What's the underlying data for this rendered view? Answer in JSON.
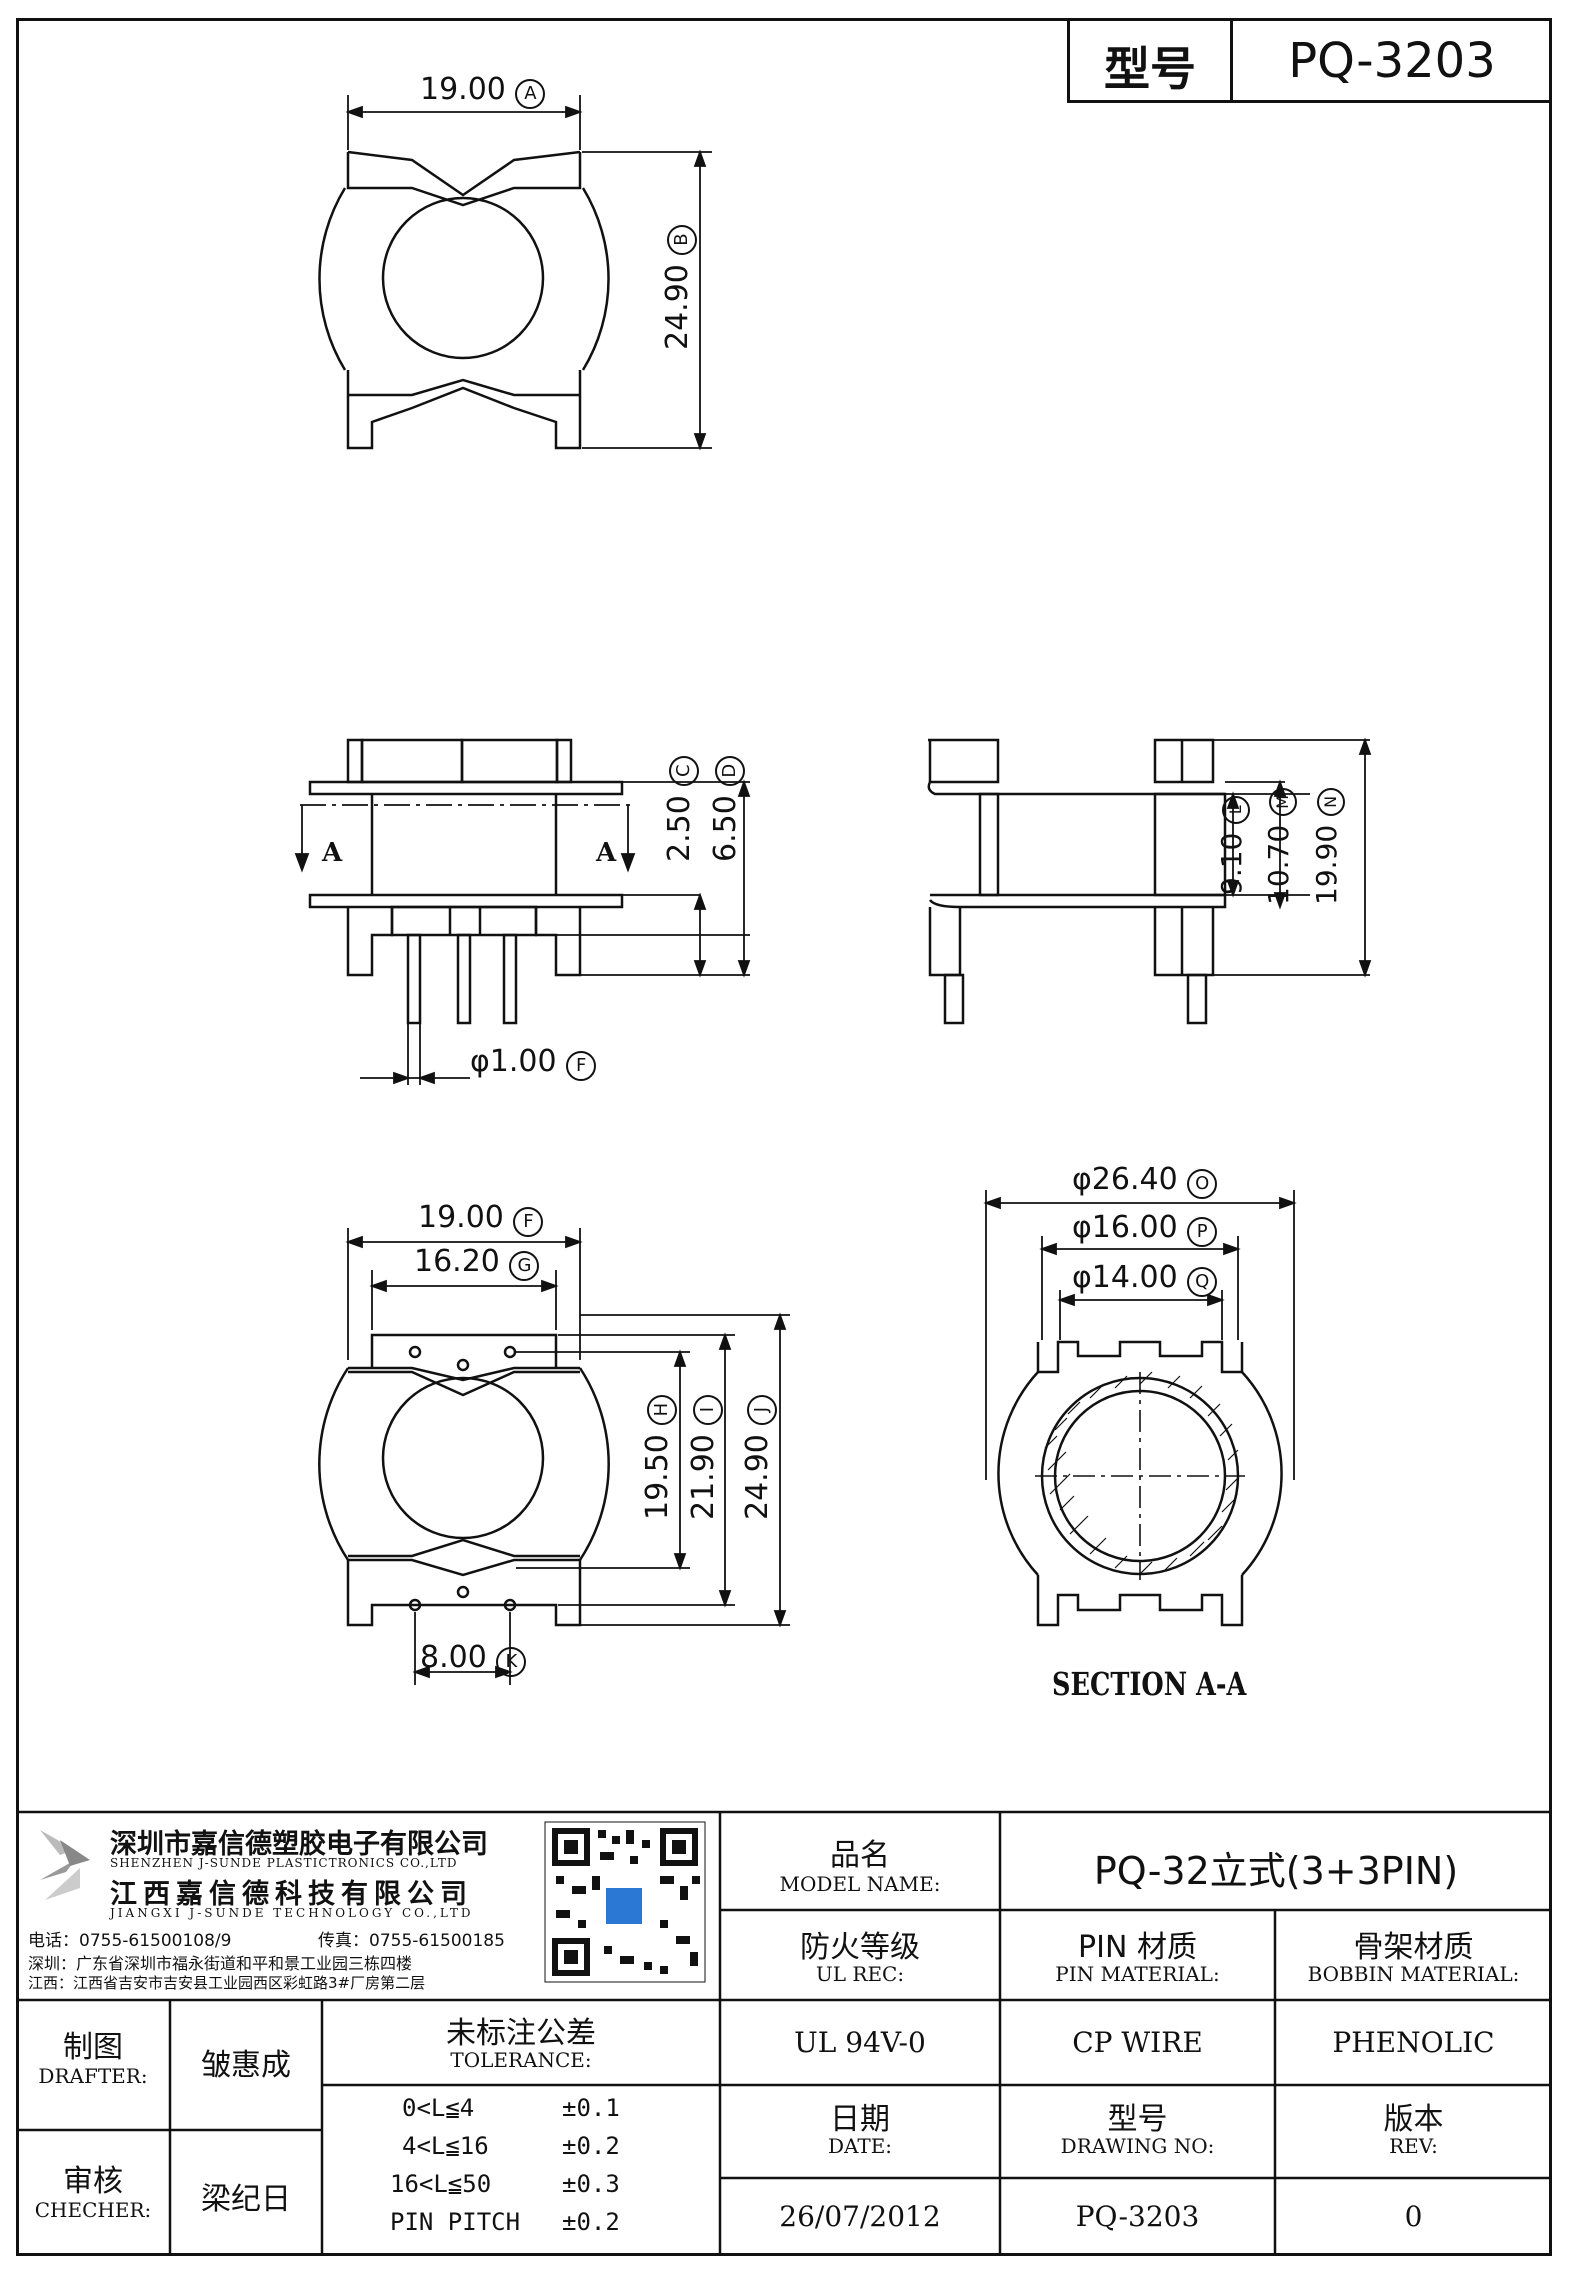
{
  "model_box": {
    "label": "型号",
    "value": "PQ-3203"
  },
  "view_top": {
    "dim_width": "19.00",
    "dim_width_tag": "A",
    "dim_height": "24.90",
    "dim_height_tag": "B"
  },
  "view_front": {
    "dim_c": "2.50",
    "dim_c_tag": "C",
    "dim_d": "6.50",
    "dim_d_tag": "D",
    "pin_dia": "φ1.00",
    "pin_dia_tag": "F",
    "section_mark": "A"
  },
  "view_side": {
    "dim_l": "9.10",
    "dim_l_tag": "L",
    "dim_m": "10.70",
    "dim_m_tag": "M",
    "dim_n": "19.90",
    "dim_n_tag": "N"
  },
  "view_bottom": {
    "dim_f": "19.00",
    "dim_f_tag": "F",
    "dim_g": "16.20",
    "dim_g_tag": "G",
    "dim_h": "19.50",
    "dim_h_tag": "H",
    "dim_i": "21.90",
    "dim_i_tag": "I",
    "dim_j": "24.90",
    "dim_j_tag": "J",
    "dim_k": "8.00",
    "dim_k_tag": "K"
  },
  "view_section": {
    "dim_o": "φ26.40",
    "dim_o_tag": "O",
    "dim_p": "φ16.00",
    "dim_p_tag": "P",
    "dim_q": "φ14.00",
    "dim_q_tag": "Q",
    "title": "SECTION A-A"
  },
  "company": {
    "name_cn_1": "深圳市嘉信德塑胶电子有限公司",
    "name_en_1": "SHENZHEN J-SUNDE PLASTICTRONICS CO.,LTD",
    "name_cn_2": "江西嘉信德科技有限公司",
    "name_en_2": "JIANGXI J-SUNDE TECHNOLOGY CO.,LTD",
    "tel": "电话：0755-61500108/9",
    "fax": "传真：0755-61500185",
    "addr_sz": "深圳：广东省深圳市福永街道和平和景工业园三栋四楼",
    "addr_jx": "江西：江西省吉安市吉安县工业园西区彩虹路3#厂房第二层"
  },
  "title_block": {
    "model_name_cn": "品名",
    "model_name_en": "MODEL NAME:",
    "model_name_value": "PQ-32立式(3+3PIN)",
    "ul_cn": "防火等级",
    "ul_en": "UL REC:",
    "ul_value": "UL 94V-0",
    "pin_mat_cn": "PIN 材质",
    "pin_mat_en": "PIN MATERIAL:",
    "pin_mat_value": "CP WIRE",
    "bobbin_cn": "骨架材质",
    "bobbin_en": "BOBBIN MATERIAL:",
    "bobbin_value": "PHENOLIC",
    "drafter_cn": "制图",
    "drafter_en": "DRAFTER:",
    "drafter_value": "皱惠成",
    "checker_cn": "审核",
    "checker_en": "CHECHER:",
    "checker_value": "梁纪日",
    "tolerance_cn": "未标注公差",
    "tolerance_en": "TOLERANCE:",
    "tolerances": [
      {
        "range": "0<L≦4",
        "value": "±0.1"
      },
      {
        "range": "4<L≦16",
        "value": "±0.2"
      },
      {
        "range": "16<L≦50",
        "value": "±0.3"
      },
      {
        "range": "PIN PITCH",
        "value": "±0.2"
      }
    ],
    "date_cn": "日期",
    "date_en": "DATE:",
    "date_value": "26/07/2012",
    "drawing_cn": "型号",
    "drawing_en": "DRAWING NO:",
    "drawing_value": "PQ-3203",
    "rev_cn": "版本",
    "rev_en": "REV:",
    "rev_value": "0"
  }
}
